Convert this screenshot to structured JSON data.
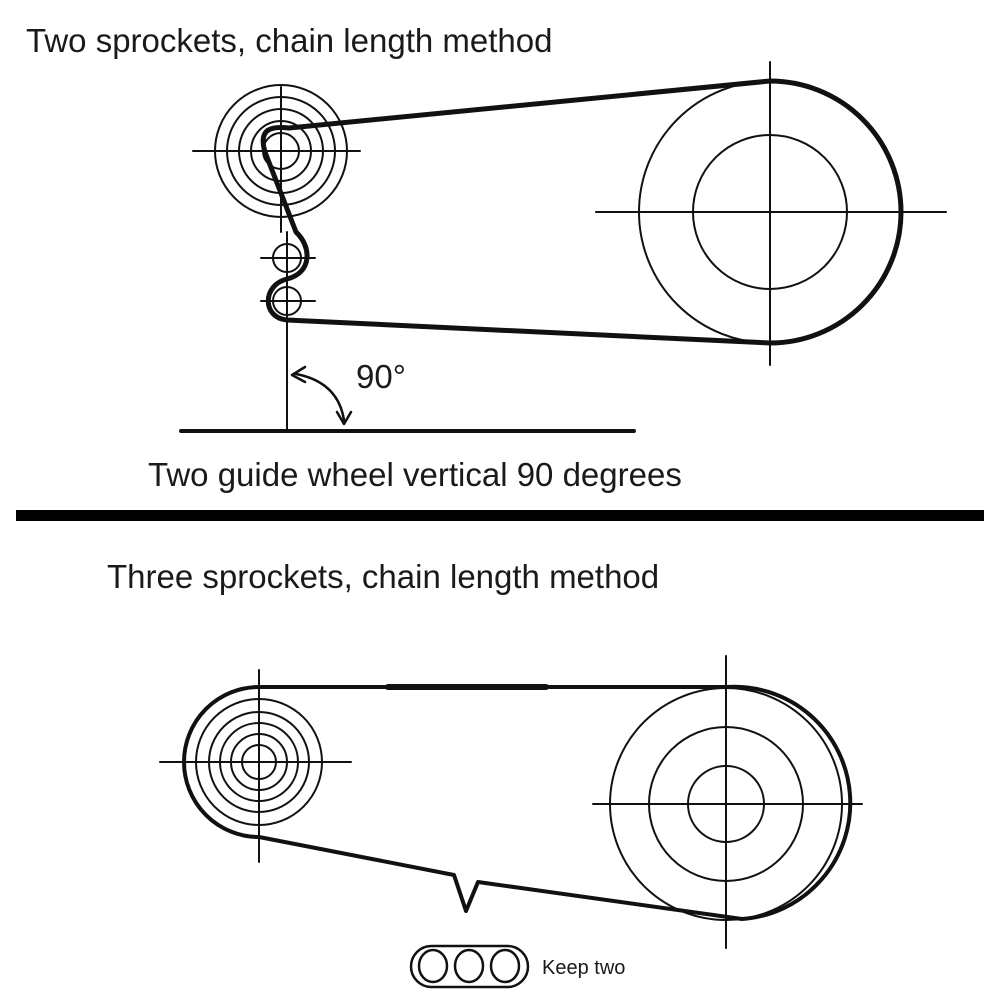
{
  "top_section": {
    "title": "Two sprockets, chain length method",
    "angle_label": "90°",
    "caption": "Two guide wheel vertical 90 degrees"
  },
  "bottom_section": {
    "title": "Three sprockets, chain length method",
    "chain_link_label": "Keep two"
  },
  "colors": {
    "line": "#111111",
    "background": "#ffffff"
  }
}
